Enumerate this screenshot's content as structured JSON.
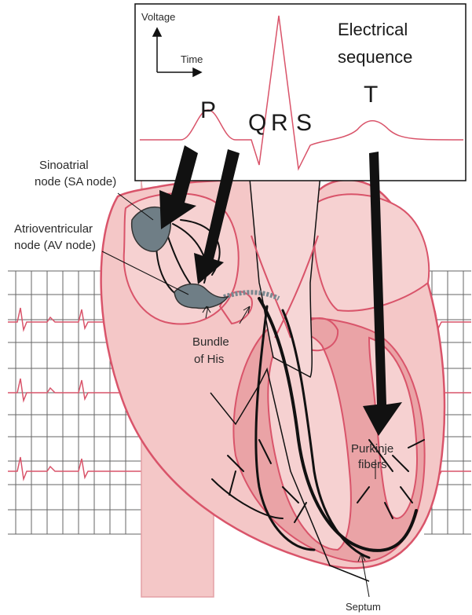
{
  "ecg_box": {
    "axis_y_label": "Voltage",
    "axis_x_label": "Time",
    "title_line1": "Electrical",
    "title_line2": "sequence",
    "waves": {
      "p": "P",
      "q": "Q",
      "r": "R",
      "s": "S",
      "t": "T"
    }
  },
  "labels": {
    "sa_node_line1": "Sinoatrial",
    "sa_node_line2": "node (SA node)",
    "av_node_line1": "Atrioventricular",
    "av_node_line2": "node (AV node)",
    "bundle_line1": "Bundle",
    "bundle_line2": "of His",
    "purkinje_line1": "Purkinje",
    "purkinje_line2": "fibers",
    "septum": "Septum"
  },
  "colors": {
    "heart_fill": "#f4c7c7",
    "heart_dark": "#e99a9a",
    "heart_line": "#d9546a",
    "node_fill": "#6f7e86",
    "ecg_trace": "#d9546a",
    "grid_line": "#555555",
    "arrow": "#111111"
  }
}
